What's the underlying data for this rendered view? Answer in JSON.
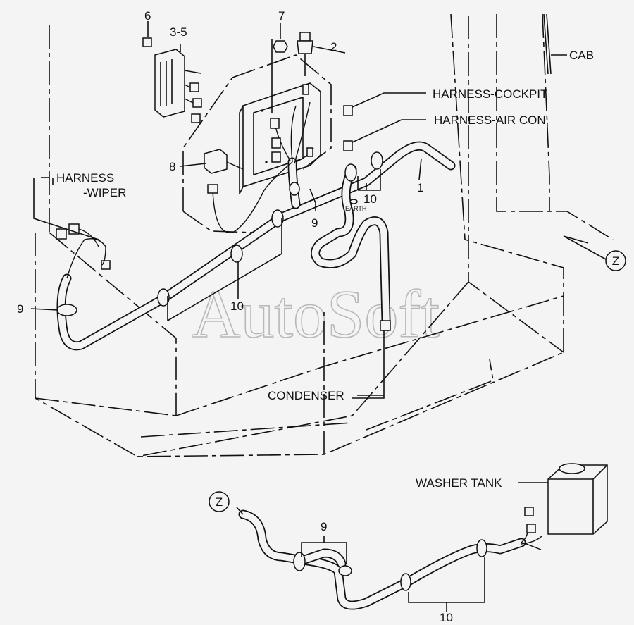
{
  "watermark": "AutoSoft",
  "labels": {
    "cab": "CAB",
    "harness_cockpit": "HARNESS-COCKPIT",
    "harness_aircon": "HARNESS-AIR CON.",
    "harness_wiper_1": "HARNESS",
    "harness_wiper_2": "-WIPER",
    "condenser": "CONDENSER",
    "washer_tank": "WASHER TANK",
    "earth": "EARTH",
    "z_top": "Z",
    "z_bottom": "Z"
  },
  "callouts": {
    "n1": "1",
    "n2": "2",
    "n3_5": "3-5",
    "n6": "6",
    "n7": "7",
    "n8": "8",
    "n9_mid": "9",
    "n9_left": "9",
    "n9_bottom": "9",
    "n10_right": "10",
    "n10_mid": "10",
    "n10_bottom": "10"
  }
}
